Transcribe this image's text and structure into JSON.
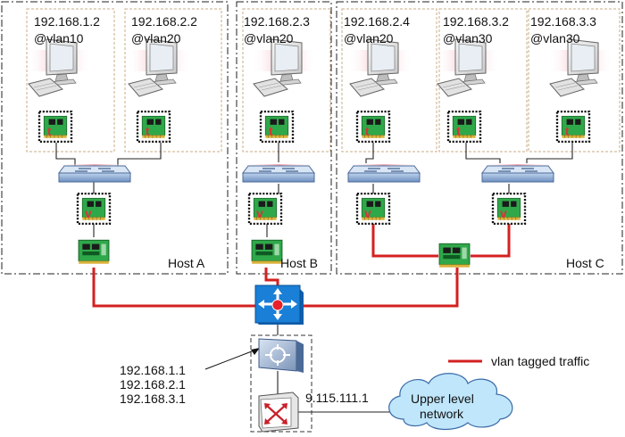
{
  "vms": [
    {
      "ip": "192.168.1.2",
      "vlan": "@vlan10"
    },
    {
      "ip": "192.168.2.2",
      "vlan": "@vlan20"
    },
    {
      "ip": "192.168.2.3",
      "vlan": "@vlan20"
    },
    {
      "ip": "192.168.2.4",
      "vlan": "@vlan20"
    },
    {
      "ip": "192.168.3.2",
      "vlan": "@vlan30"
    },
    {
      "ip": "192.168.3.3",
      "vlan": "@vlan30"
    }
  ],
  "hosts": [
    "Host A",
    "Host B",
    "Host C"
  ],
  "nic_tags": {
    "tap": "t",
    "vlan_if": "v"
  },
  "gateway_ips": [
    "192.168.1.1",
    "192.168.2.1",
    "192.168.3.1"
  ],
  "router_ip": "9.115.111.1",
  "cloud": {
    "line1": "Upper level",
    "line2": "network"
  },
  "legend": {
    "label": "vlan tagged traffic",
    "color": "#d42020"
  },
  "colors": {
    "tagged_link": "#d42020",
    "core_switch": "#1a7fd6",
    "nic": "#2fa84a"
  }
}
